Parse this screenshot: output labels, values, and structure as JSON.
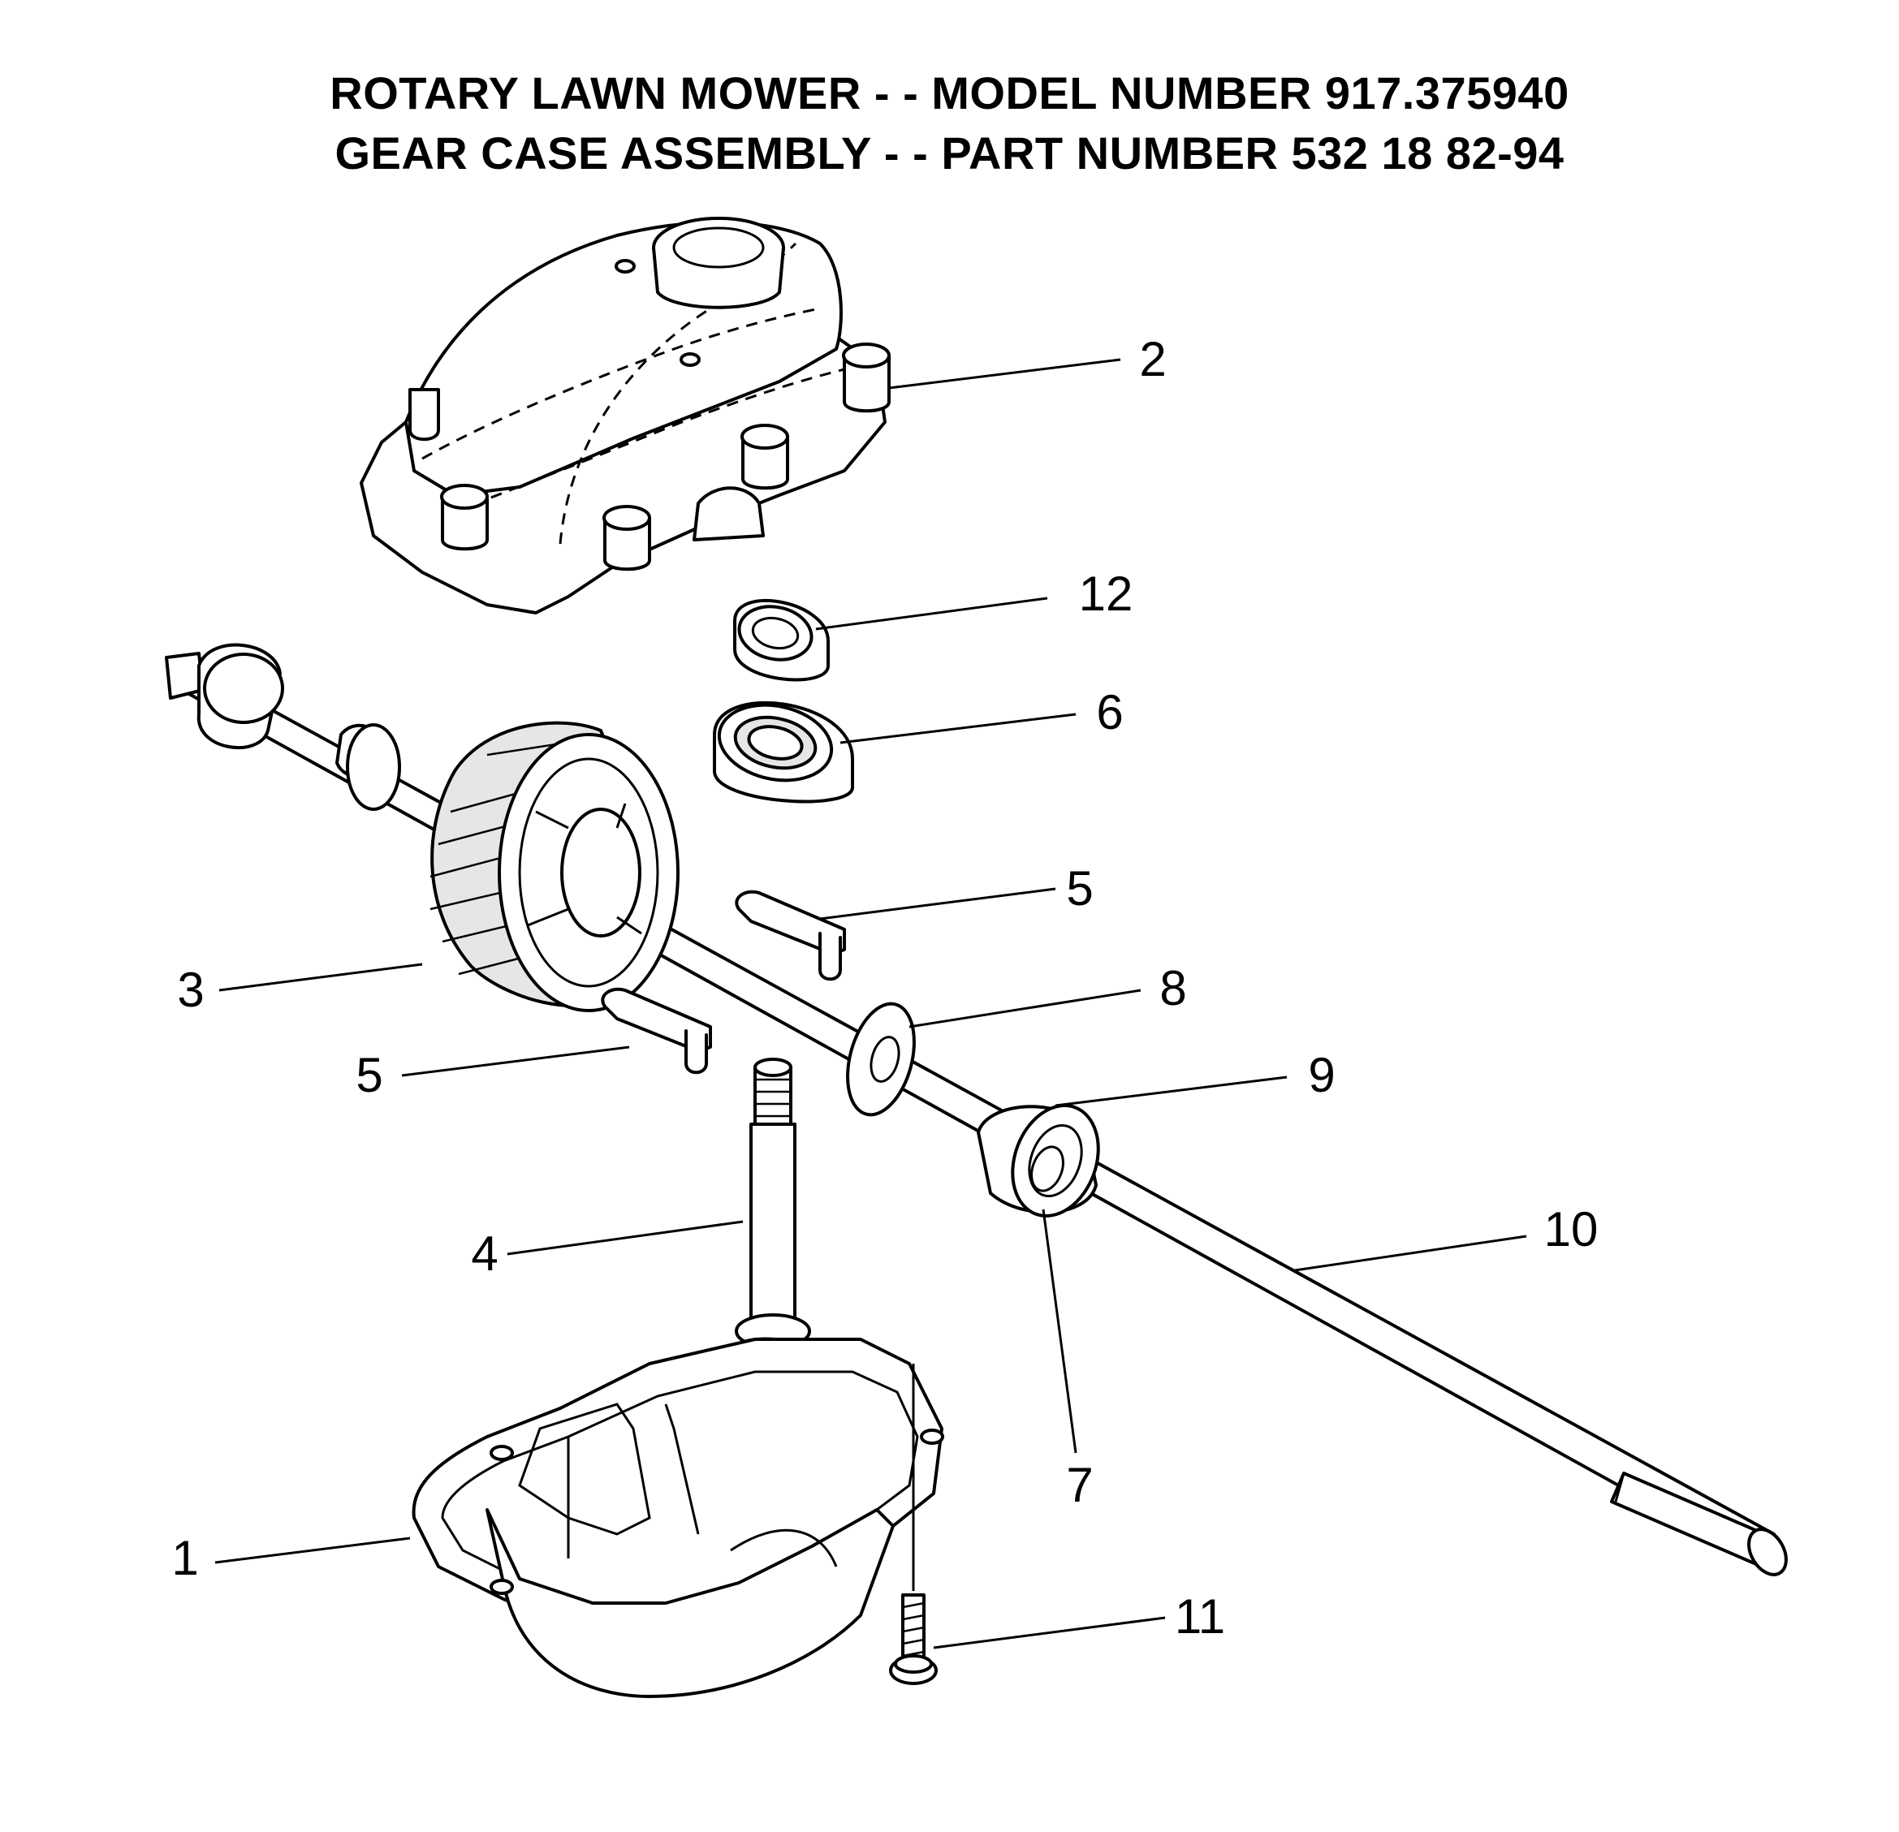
{
  "header": {
    "title_line1": "ROTARY LAWN MOWER - - MODEL NUMBER  917.375940",
    "title_line2": "GEAR CASE ASSEMBLY - - PART NUMBER 532 18 82-94"
  },
  "callouts": {
    "c1": "1",
    "c2": "2",
    "c3": "3",
    "c4": "4",
    "c5a": "5",
    "c5b": "5",
    "c6": "6",
    "c7": "7",
    "c8": "8",
    "c9": "9",
    "c10": "10",
    "c11": "11",
    "c12": "12"
  }
}
